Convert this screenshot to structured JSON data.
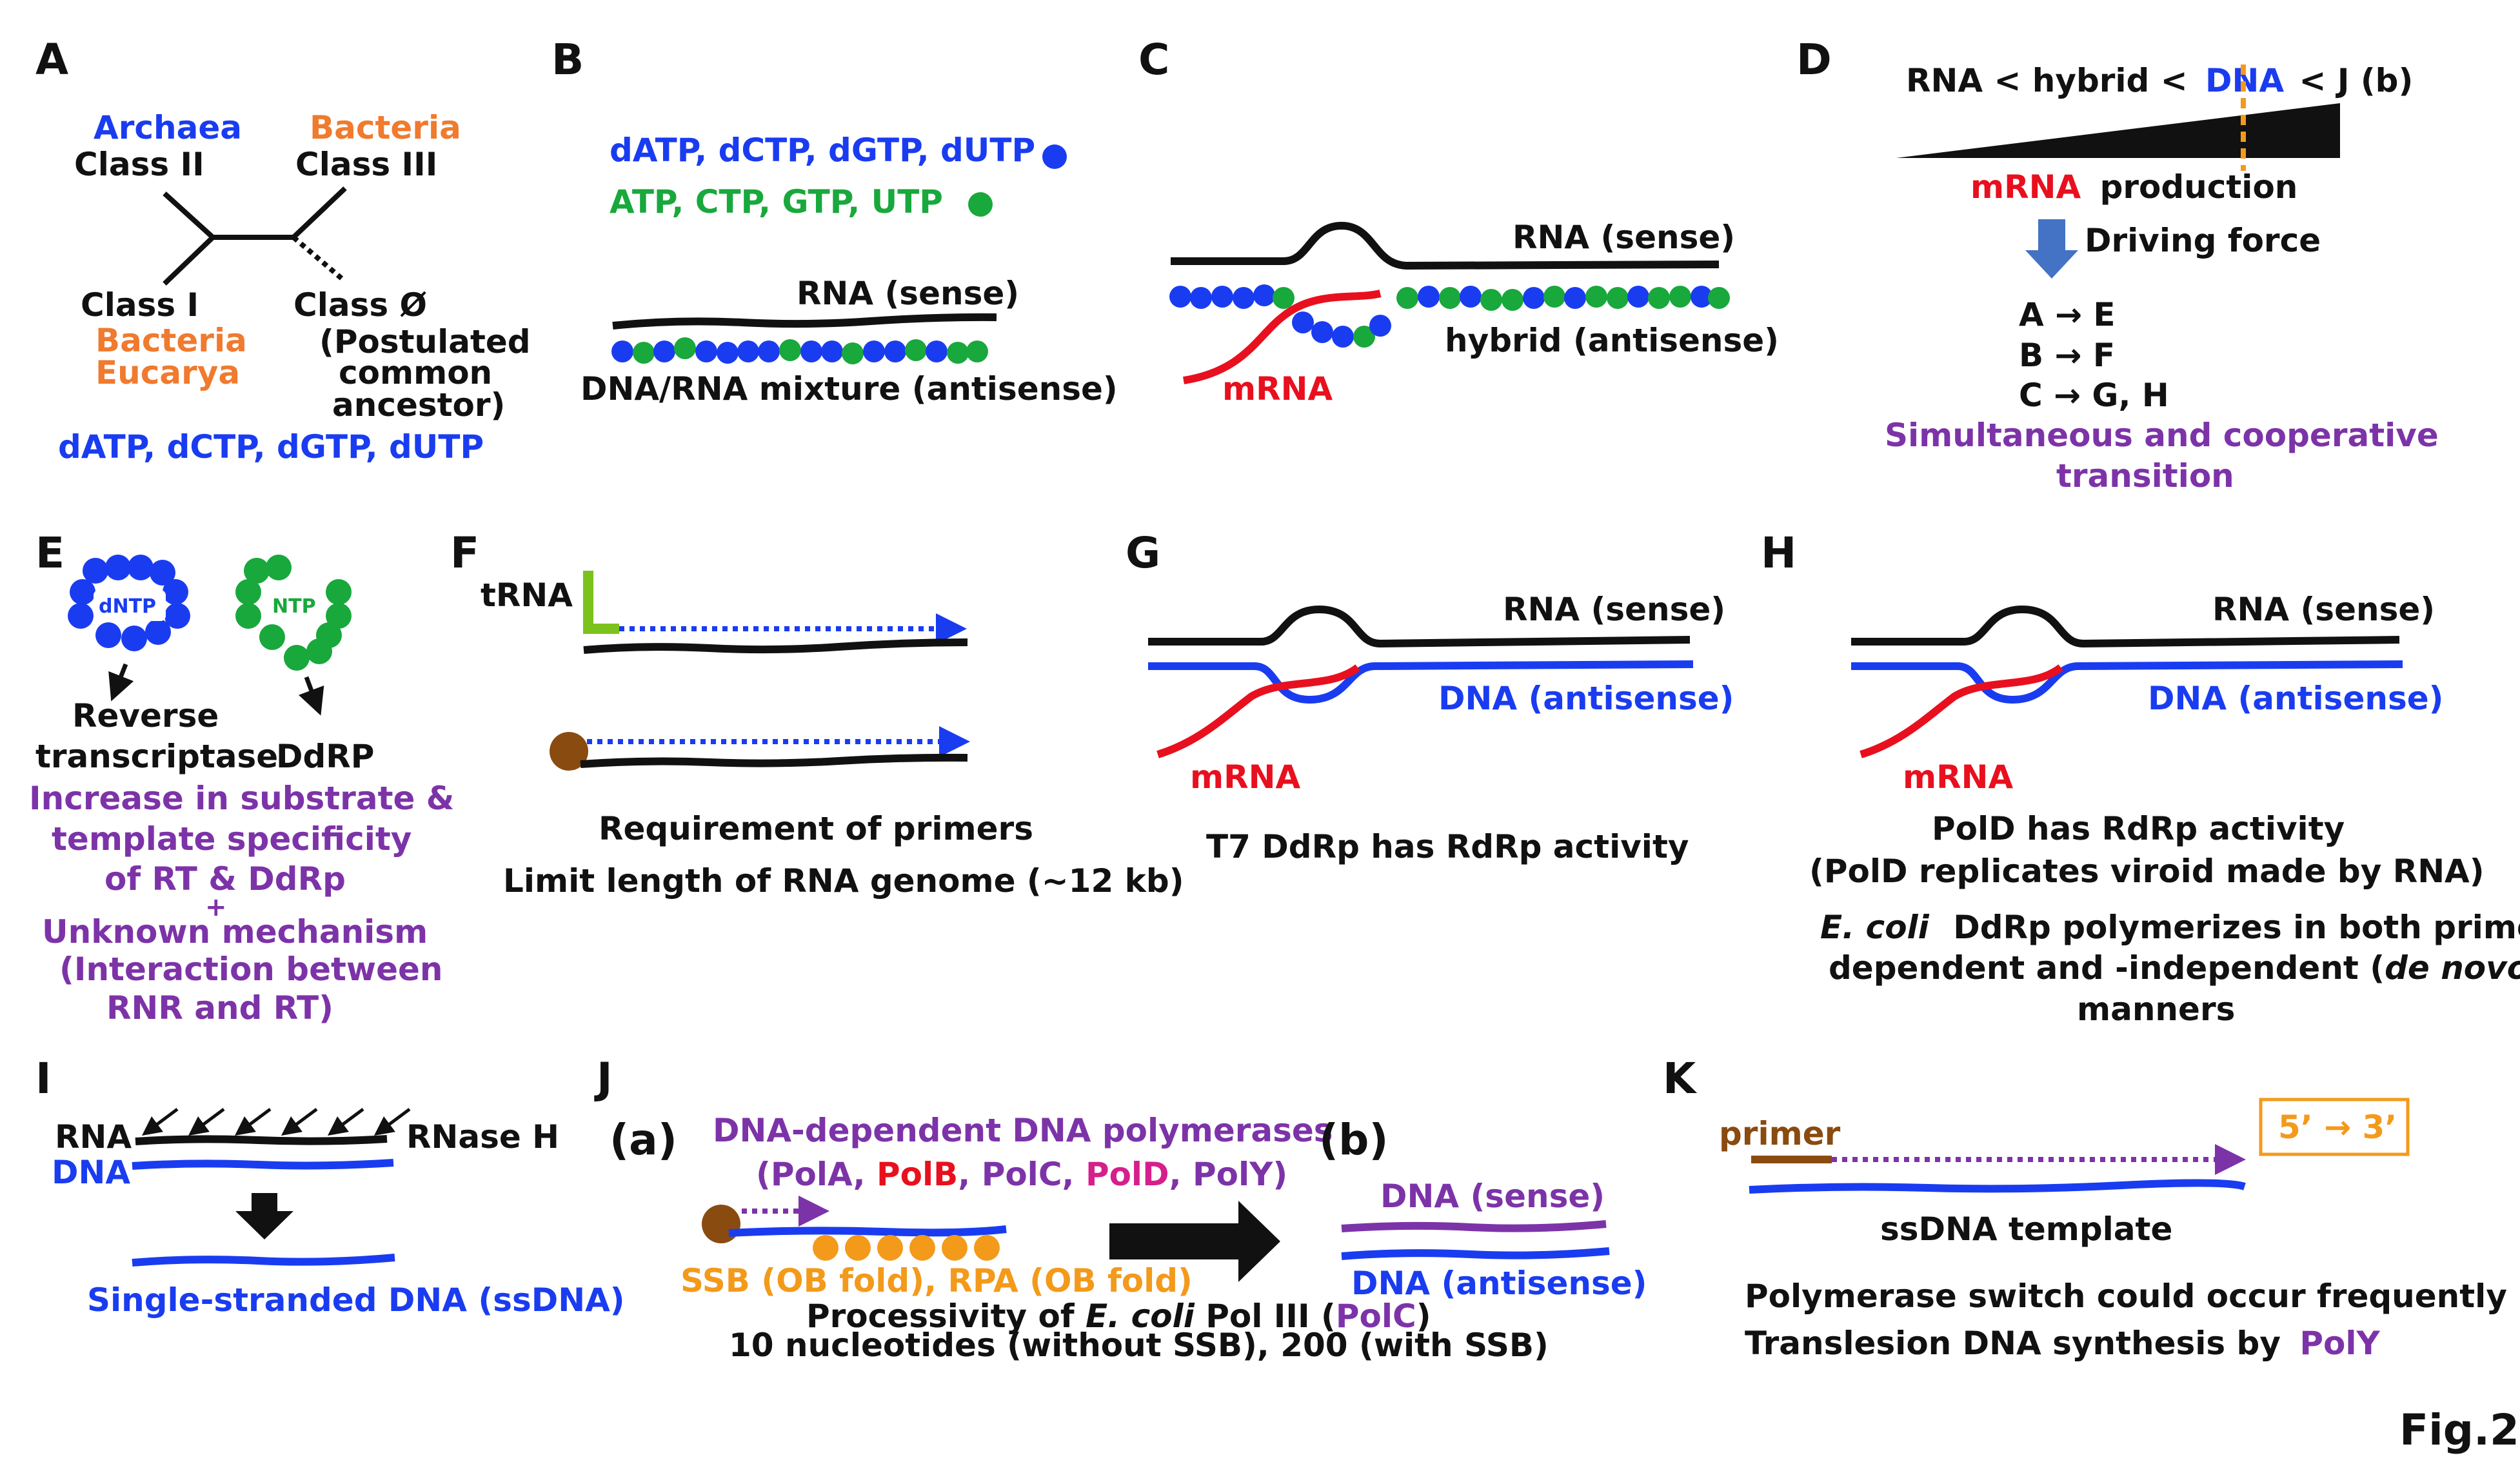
{
  "panels": {
    "A": {
      "letter": "A",
      "archaea": "Archaea",
      "class_ii": "Class II",
      "bacteria_top": "Bacteria",
      "class_iii": "Class III",
      "class_i": "Class I",
      "bacteria_bottom": "Bacteria",
      "eucarya": "Eucarya",
      "class_null": "Class Ø",
      "postulated_1": "(Postulated",
      "postulated_2": "common",
      "postulated_3": "ancestor)",
      "dntps": "dATP, dCTP, dGTP, dUTP"
    },
    "B": {
      "letter": "B",
      "dntps": "dATP, dCTP, dGTP, dUTP",
      "ntps": "ATP, CTP, GTP, UTP",
      "rna_sense": "RNA (sense)",
      "mixture": "DNA/RNA mixture (antisense)"
    },
    "C": {
      "letter": "C",
      "rna_sense": "RNA (sense)",
      "hybrid": "hybrid (antisense)",
      "mrna": "mRNA"
    },
    "D": {
      "letter": "D",
      "order_rna": "RNA < hybrid <",
      "order_dna": "DNA",
      "order_rest": "< J (b)",
      "mrna": "mRNA",
      "production": "production",
      "driving_force": "Driving force",
      "t1": "A → E",
      "t2": "B → F",
      "t3": "C → G, H",
      "transition_1": "Simultaneous and cooperative",
      "transition_2": "transition"
    },
    "E": {
      "letter": "E",
      "dntp": "dNTP",
      "ntp": "NTP",
      "rt_1": "Reverse",
      "rt_2": "transcriptase",
      "ddrp": "DdRP",
      "purple_1": "Increase in substrate &",
      "purple_2": "template specificity",
      "purple_3": "of RT & DdRp",
      "plus": "+",
      "purple_4": "Unknown mechanism",
      "purple_5": "(Interaction between",
      "purple_6": "RNR and RT)"
    },
    "F": {
      "letter": "F",
      "trna": "tRNA",
      "line1": "Requirement of primers",
      "line2": "Limit length of RNA genome (~12 kb)"
    },
    "G": {
      "letter": "G",
      "rna_sense": "RNA (sense)",
      "dna_antisense": "DNA (antisense)",
      "mrna": "mRNA",
      "caption": "T7 DdRp has RdRp activity"
    },
    "H": {
      "letter": "H",
      "rna_sense": "RNA (sense)",
      "dna_antisense": "DNA (antisense)",
      "mrna": "mRNA",
      "c1": "PolD has RdRp activity",
      "c2": "(PolD  replicates viroid made by RNA)",
      "c3_italic": "E. coli",
      "c3_rest": "DdRp polymerizes in both primer-",
      "c4_a": "dependent and -independent (",
      "c4_italic": "de novo",
      "c4_b": ")",
      "c5": "manners"
    },
    "I": {
      "letter": "I",
      "rna": "RNA",
      "rnase": "RNase H",
      "dna": "DNA",
      "ssdna": "Single-stranded DNA (ssDNA)"
    },
    "J": {
      "letter": "J",
      "sub_a": "(a)",
      "sub_b": "(b)",
      "polymerases": "DNA-dependent DNA polymerases",
      "pol_open": "(",
      "pola": "PolA",
      "comma1": ", ",
      "polb": "PolB",
      "comma2": ", ",
      "polc": "PolC",
      "comma3": ", ",
      "pold": "PolD",
      "comma4": ", ",
      "poly": "PolY",
      "pol_close": ")",
      "ssb": "SSB (OB fold), RPA (OB fold)",
      "proc_a": "Processivity of ",
      "proc_italic": "E. coli",
      "proc_b": " Pol III (",
      "proc_polc": "PolC",
      "proc_c": ")",
      "nucleotides": "10 nucleotides (without SSB), 200 (with SSB)",
      "dna_sense": "DNA (sense)",
      "dna_antisense": "DNA (antisense)"
    },
    "K": {
      "letter": "K",
      "primer": "primer",
      "direction": "5’ → 3’",
      "template": "ssDNA template",
      "switch": "Polymerase switch could occur frequently",
      "tls": "Translesion DNA synthesis by",
      "poly": "PolY"
    }
  },
  "figure_label": "Fig.2",
  "colors": {
    "black": "#111111",
    "blue": "#1a3cf0",
    "green": "#18a83c",
    "orange": "#f07a2e",
    "red": "#e8101e",
    "purple": "#7d33a8",
    "magenta": "#d51f8c",
    "ssb_orange": "#f39a1b",
    "primer_brown": "#8a4b10",
    "trna_green": "#7cc21d",
    "arrow_blue": "#4472c4"
  }
}
